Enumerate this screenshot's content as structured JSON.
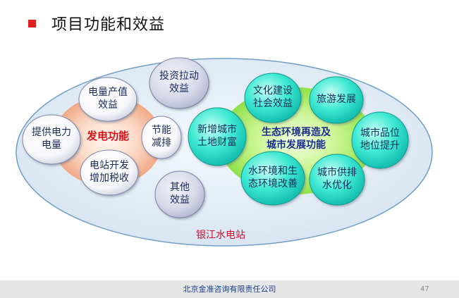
{
  "title": "项目功能和效益",
  "colors": {
    "accent": "#e0201c",
    "outer_fill": "#dfeaf4",
    "outer_stroke": "#6f9fc8",
    "white_node": "#ffffff",
    "purple_node": "#d9dbe9",
    "teal_node": "#2ee8d0",
    "power_glow": "#f6c6ad",
    "city_glow": "#b8f06a"
  },
  "diagram": {
    "power_center": "发电功能",
    "city_center": "生态环境再造及\n城市发展功能",
    "station": "银江水电站",
    "power_nodes": [
      {
        "id": "electricity",
        "label": "电量产值\n效益"
      },
      {
        "id": "supply",
        "label": "提供电力\n电量"
      },
      {
        "id": "tax",
        "label": "电站开发\n增加税收"
      },
      {
        "id": "energy-saving",
        "label": "节能\n减排"
      }
    ],
    "purple_nodes": [
      {
        "id": "investment",
        "label": "投资拉动\n效益"
      },
      {
        "id": "other",
        "label": "其他\n效益"
      }
    ],
    "city_nodes": [
      {
        "id": "culture",
        "label": "文化建设\n社会效益"
      },
      {
        "id": "tourism",
        "label": "旅游发展"
      },
      {
        "id": "land",
        "label": "新增城市\n土地财富"
      },
      {
        "id": "grade",
        "label": "城市品位\n地位提升"
      },
      {
        "id": "water-env",
        "label": "水环境和生\n态环境改善"
      },
      {
        "id": "drainage",
        "label": "城市供排\n水优化"
      }
    ]
  },
  "footer": {
    "company": "北京金准咨询有限责任公司",
    "page": "47"
  }
}
